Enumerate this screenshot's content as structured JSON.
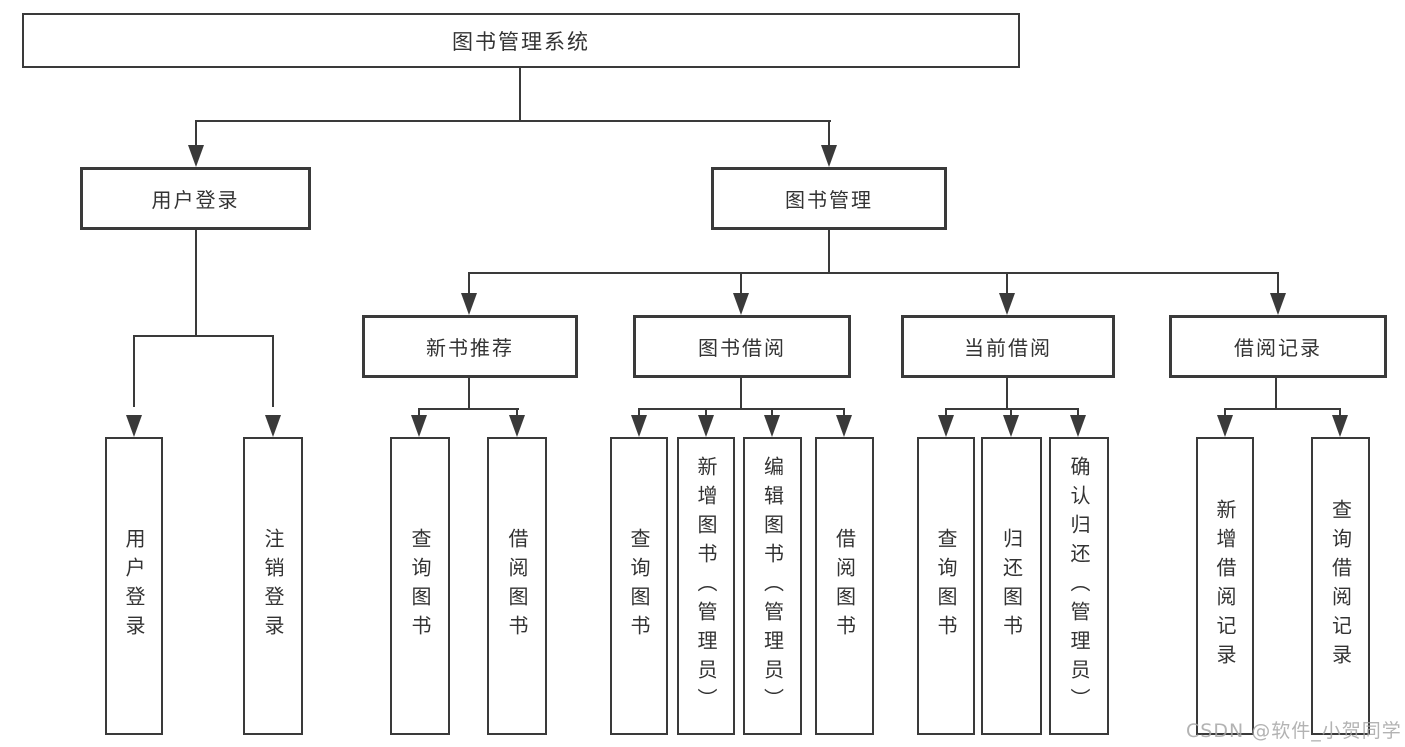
{
  "title": "图书管理系统",
  "level2": [
    "用户登录",
    "图书管理"
  ],
  "level3": [
    "新书推荐",
    "图书借阅",
    "当前借阅",
    "借阅记录"
  ],
  "leaves": {
    "login": [
      "用户登录",
      "注销登录"
    ],
    "new_books": [
      "查询图书",
      "借阅图书"
    ],
    "borrow": [
      "查询图书",
      "新增图书（管理员）",
      "编辑图书（管理员）",
      "借阅图书"
    ],
    "current": [
      "查询图书",
      "归还图书",
      "确认归还（管理员）"
    ],
    "records": [
      "新增借阅记录",
      "查询借阅记录"
    ]
  },
  "watermark": "CSDN @软件_小贺同学",
  "colors": {
    "line": "#3a3a3a",
    "text": "#333333",
    "watermark": "#a6a6a6",
    "background": "#ffffff"
  }
}
